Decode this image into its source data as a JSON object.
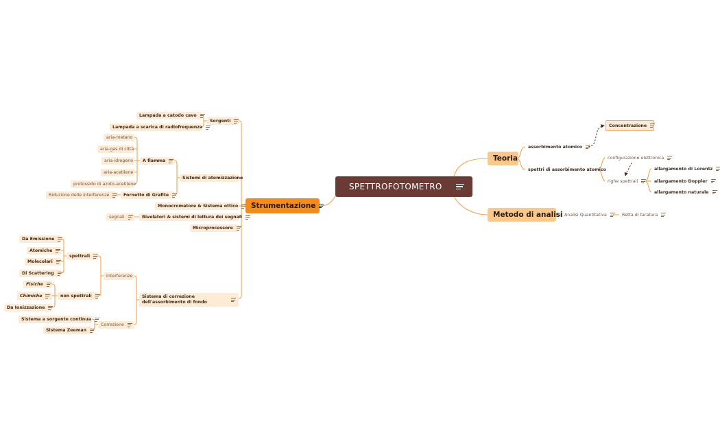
{
  "root": "SPETTROFOTOMETRO",
  "teoria": {
    "label": "Teoria",
    "assorbimento_atomico": "assorbimento atomico",
    "concentrazione": "Concentrazione",
    "spettri": "spettri di assorbimento atomico",
    "configurazione": "configurazione elettronica",
    "righe": "righe spettrali",
    "allargamenti": [
      "allargamento di Lorentz",
      "allargamento Doppler",
      "allargamento naturale"
    ]
  },
  "metodo": {
    "label": "Metodo di analisi",
    "analisi": "Analisi Quantitativa",
    "retta": "Retta di taratura"
  },
  "strumentazione": {
    "label": "Strumentazione",
    "sorgenti": {
      "label": "Sorgenti",
      "items": [
        "Lampada a catodo cavo",
        "Lampada a scarica di radiofrequenza"
      ]
    },
    "atomizzazione": {
      "label": "Sistemi di atomizzazione",
      "fiamma": {
        "label": "A fiamma",
        "items": [
          "aria-metano",
          "aria-gas di città",
          "aria-idrogeno",
          "aria-acetilene",
          "protossido di azoto-acetilene"
        ]
      },
      "fornetto": {
        "label": "Fornetto di Grafite",
        "child": "Riduzione delle interferenze"
      }
    },
    "monocromatore": "Monocromatore & Sistema ottico",
    "rivelatori": {
      "label": "Rivelatori & sistemi di lettura dei segnali",
      "child": "segnali"
    },
    "microprocessore": "Microprocessore",
    "correzione_sistema": {
      "label": "Sistema di correzione dell'assorbimento di fondo",
      "interferenze": {
        "label": "Interferenze",
        "spettrali": {
          "label": "spettrali",
          "items": [
            "Da Emissione",
            "Atomiche",
            "Molecolari",
            "Di Scattering"
          ]
        },
        "non_spettrali": {
          "label": "non spettrali",
          "items": [
            "Fisiche",
            "Chimiche",
            "Da Ionizzazione"
          ]
        }
      },
      "correzione": {
        "label": "Correzione",
        "items": [
          "Sistema a sorgente continua",
          "Sistema Zeeman"
        ]
      }
    }
  }
}
